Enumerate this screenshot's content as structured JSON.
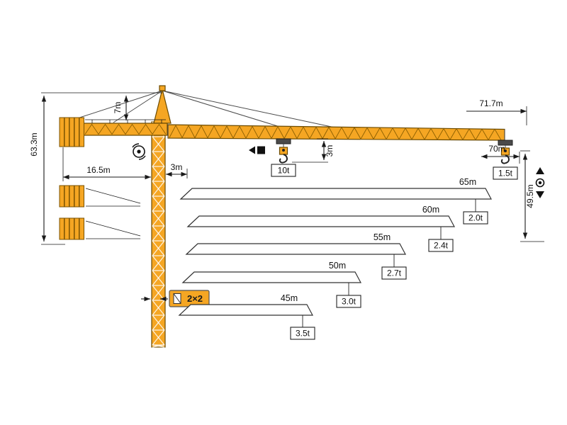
{
  "dimensions": {
    "total_height": "63.3m",
    "tower_head_height": "7m",
    "counter_jib_radius": "16.5m",
    "jib_root_offset": "3m",
    "jib_length": "71.7m",
    "hook_drop": "3m",
    "max_working_radius": "70m",
    "hook_height": "49.5m"
  },
  "loads": {
    "max_capacity": "10t",
    "tip_capacity": "1.5t"
  },
  "reeving": {
    "label": "2×2"
  },
  "capacity_chart": {
    "type": "table",
    "entries": [
      {
        "jib_length": "65m",
        "tip_load": "2.0t"
      },
      {
        "jib_length": "60m",
        "tip_load": "2.4t"
      },
      {
        "jib_length": "55m",
        "tip_load": "2.7t"
      },
      {
        "jib_length": "50m",
        "tip_load": "3.0t"
      },
      {
        "jib_length": "45m",
        "tip_load": "3.5t"
      }
    ]
  },
  "colors": {
    "crane_orange": "#F5A623",
    "outline_brown": "#6b4a00",
    "line_black": "#1a1a1a"
  }
}
